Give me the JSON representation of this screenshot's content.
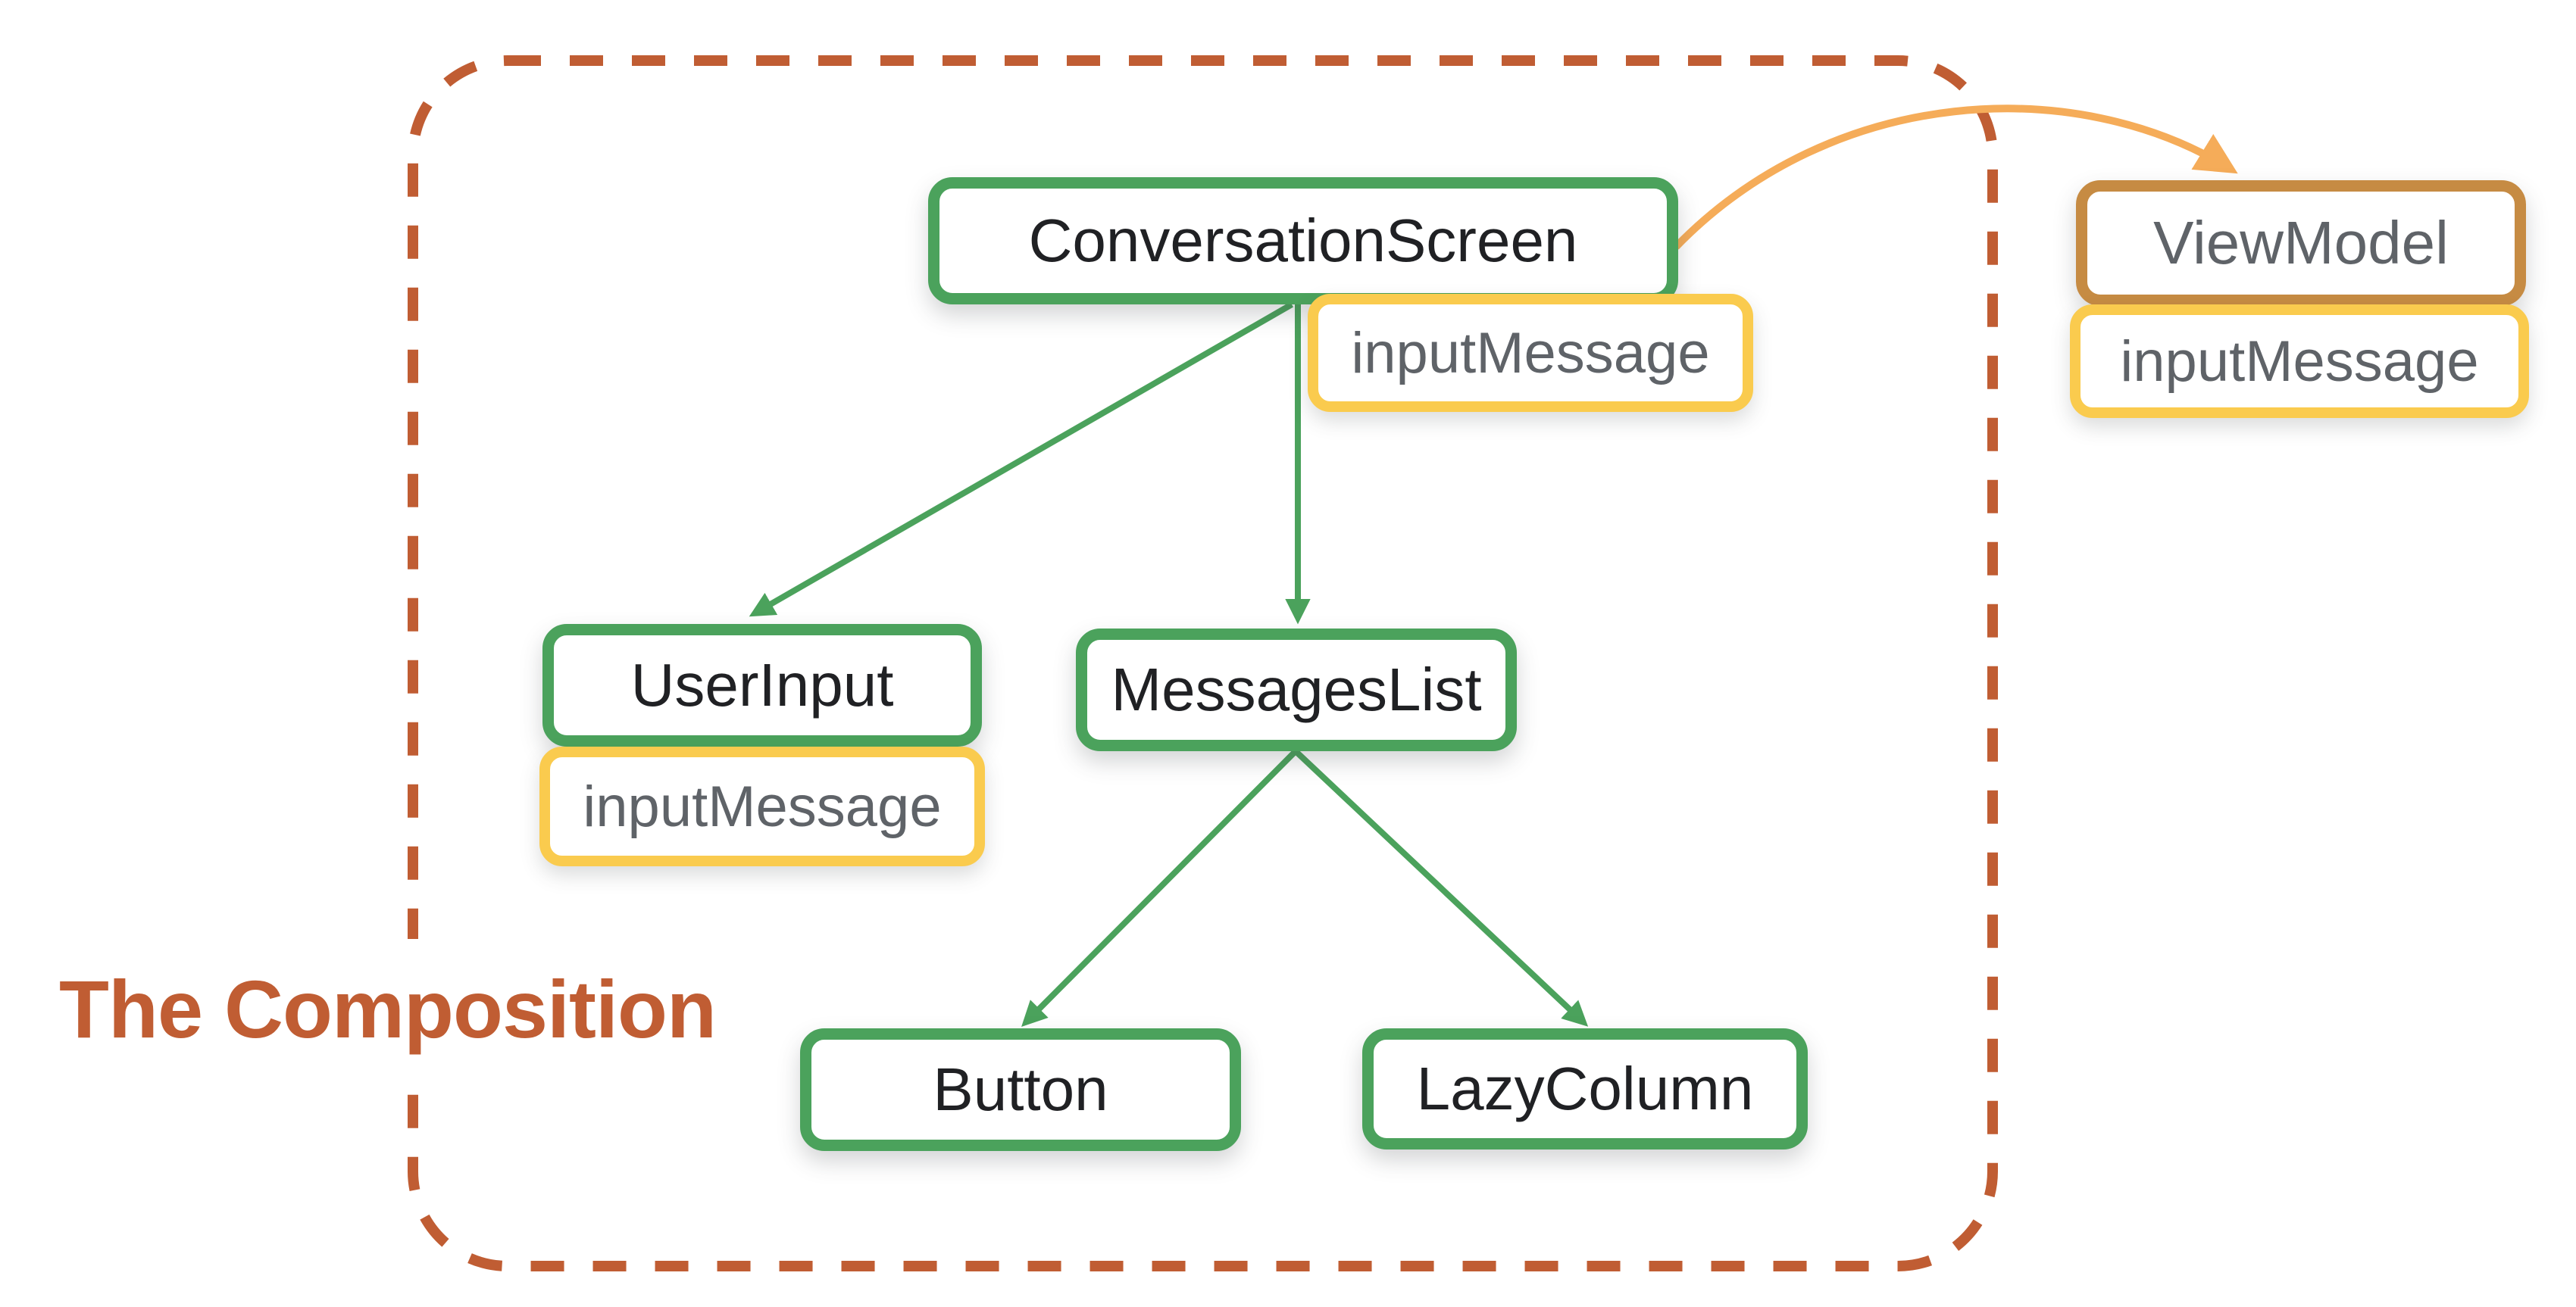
{
  "title": "The Composition",
  "colors": {
    "green": "#4BA25C",
    "yellow": "#FACB4E",
    "brown": "#C68B43",
    "orange": "#F5AC59",
    "sienna": "#C05D33",
    "label-dark": "#202124",
    "label-gray": "#5F6368",
    "surface": "#FFFFFF"
  },
  "nodes": {
    "conversationScreen": {
      "label": "ConversationScreen",
      "state": "inputMessage"
    },
    "userInput": {
      "label": "UserInput",
      "state": "inputMessage"
    },
    "messagesList": {
      "label": "MessagesList"
    },
    "button": {
      "label": "Button"
    },
    "lazyColumn": {
      "label": "LazyColumn"
    },
    "viewModel": {
      "label": "ViewModel",
      "state": "inputMessage"
    }
  },
  "edges": [
    {
      "from": "ConversationScreen",
      "to": "UserInput"
    },
    {
      "from": "ConversationScreen",
      "to": "MessagesList"
    },
    {
      "from": "MessagesList",
      "to": "Button"
    },
    {
      "from": "MessagesList",
      "to": "LazyColumn"
    },
    {
      "from": "ConversationScreen",
      "to": "ViewModel",
      "style": "state-hoisting"
    }
  ]
}
